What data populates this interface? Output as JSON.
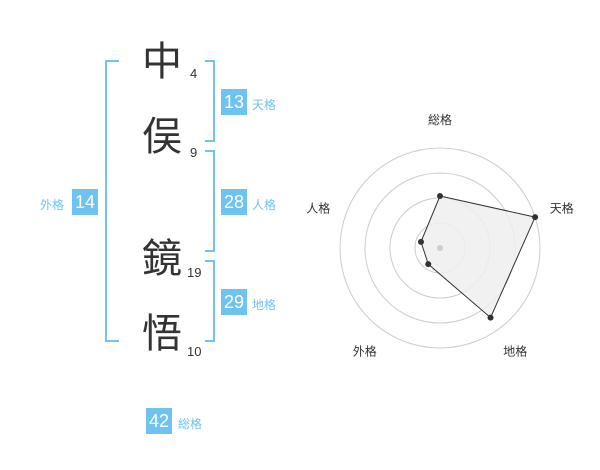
{
  "name": {
    "chars": [
      {
        "char": "中",
        "strokes": "4"
      },
      {
        "char": "俣",
        "strokes": "9"
      },
      {
        "char": "鏡",
        "strokes": "19"
      },
      {
        "char": "悟",
        "strokes": "10"
      }
    ]
  },
  "scores": {
    "tenkaku": {
      "value": "13",
      "label": "天格"
    },
    "jinkaku": {
      "value": "28",
      "label": "人格"
    },
    "chikaku": {
      "value": "29",
      "label": "地格"
    },
    "gaikaku": {
      "value": "14",
      "label": "外格"
    },
    "soukaku": {
      "value": "42",
      "label": "総格"
    }
  },
  "colors": {
    "accent": "#6ec3f0",
    "text": "#333333",
    "radar_fill": "#eeeeee"
  },
  "chart_data": {
    "type": "radar",
    "axes": [
      "総格",
      "天格",
      "地格",
      "外格",
      "人格"
    ],
    "values": [
      2.6,
      5.0,
      4.3,
      1.0,
      1.0
    ],
    "rmax": 5,
    "rings": 4
  }
}
